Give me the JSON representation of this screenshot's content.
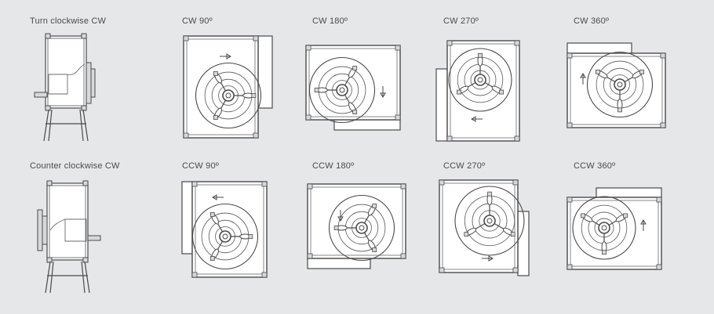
{
  "colors": {
    "background": "#e6e7e9",
    "line": "#4a4a4a",
    "housing": "#ffffff"
  },
  "row_titles": {
    "clockwise": "Turn clockwise CW",
    "counter_clockwise": "Counter clockwise CW"
  },
  "positions": {
    "cw": [
      "CW 90º",
      "CW 180º",
      "CW 270º",
      "CW 360º"
    ],
    "ccw": [
      "CCW 90º",
      "CCW 180º",
      "CCW 270º",
      "CCW 360º"
    ]
  }
}
